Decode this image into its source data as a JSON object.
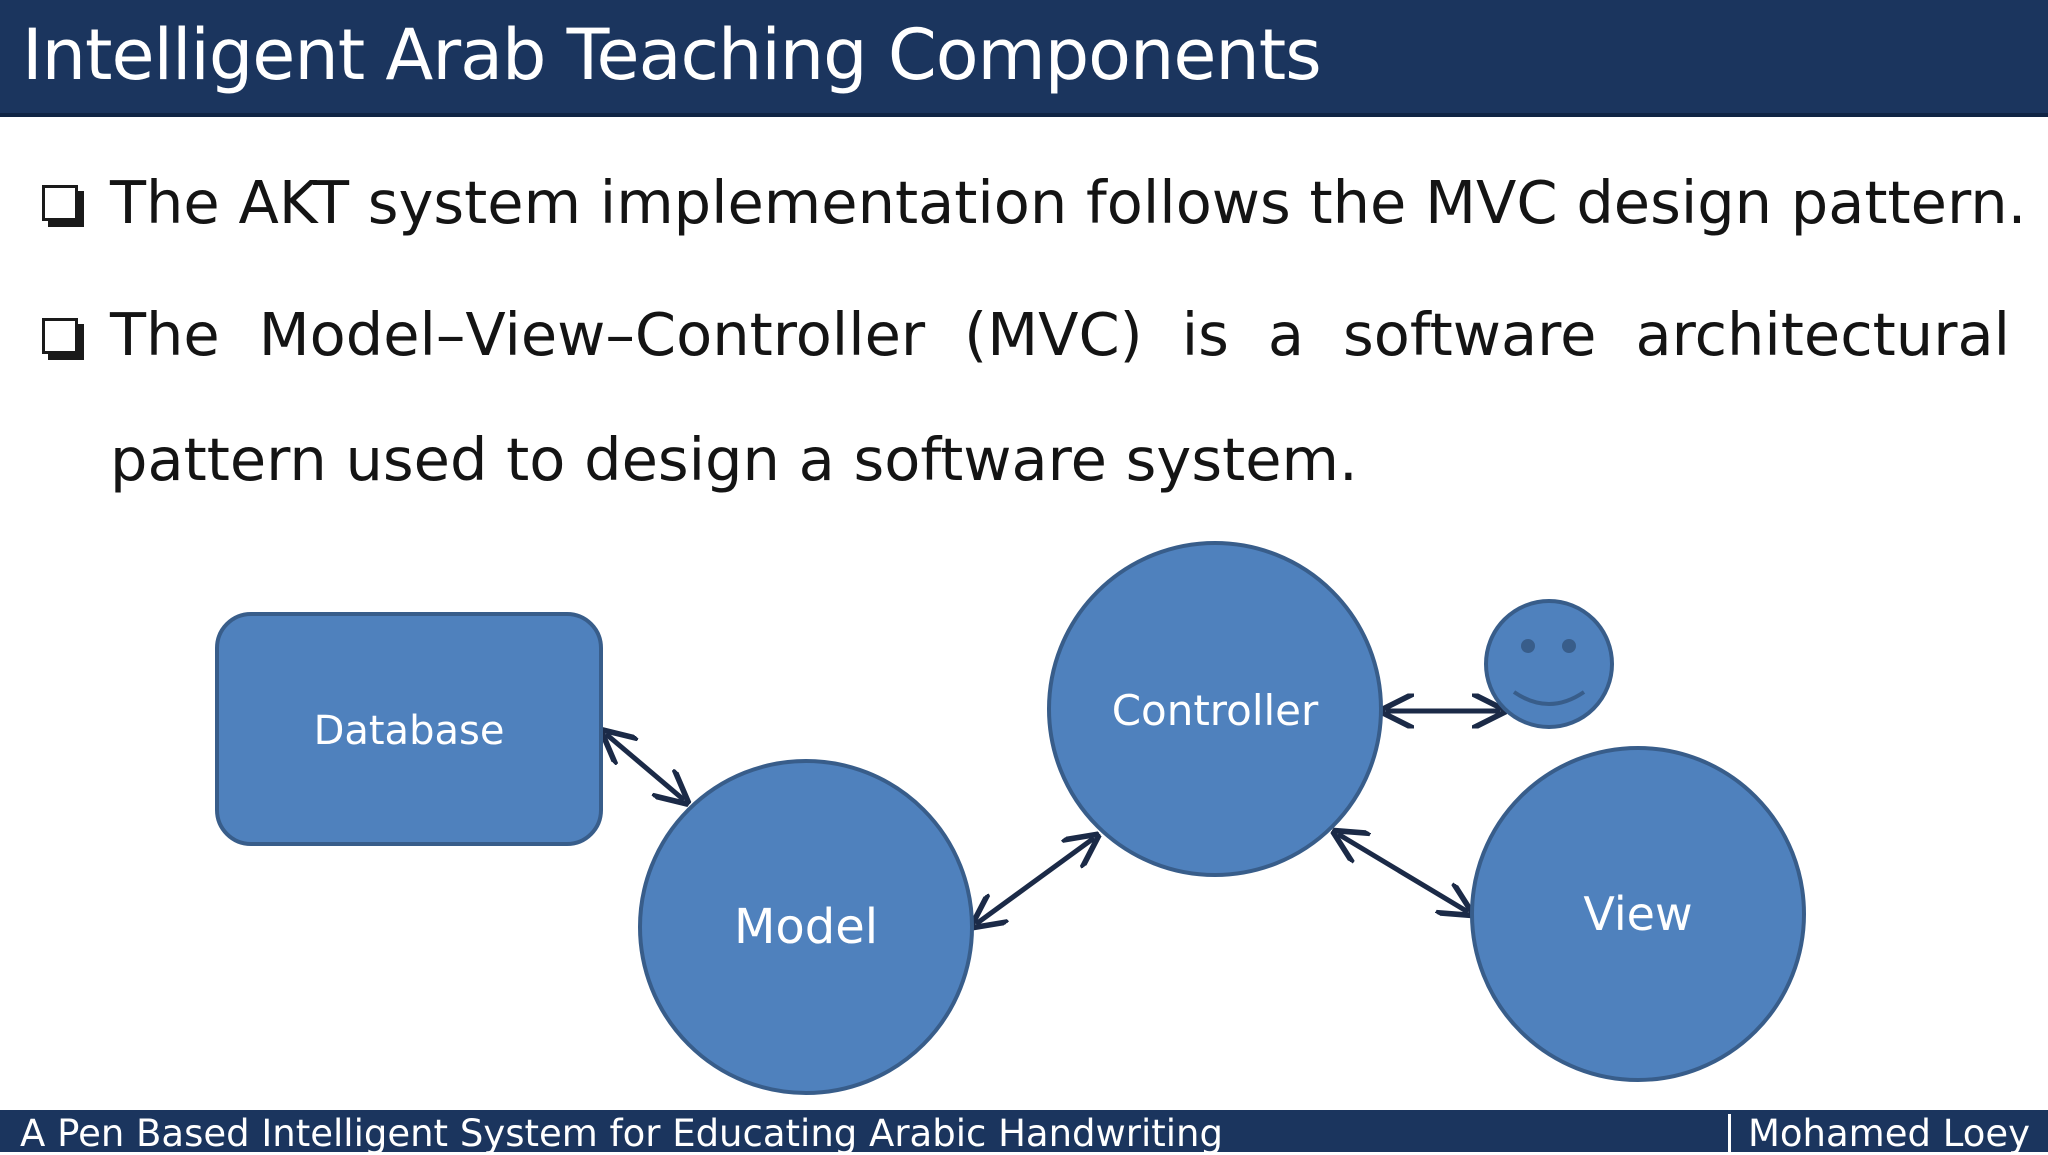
{
  "header": {
    "title": "Intelligent Arab Teaching Components"
  },
  "bullets": [
    {
      "text": "The AKT system implementation follows the MVC design pattern."
    },
    {
      "line1": "The Model–View–Controller (MVC) is a software architectural",
      "line2": "pattern used to design a software system."
    }
  ],
  "diagram": {
    "database": "Database",
    "model": "Model",
    "controller": "Controller",
    "view": "View",
    "user_icon": "smiley-face-icon"
  },
  "footer": {
    "left": "A Pen Based Intelligent System for Educating Arabic Handwriting",
    "right": "Mohamed Loey"
  },
  "colors": {
    "header_bg": "#1b355e",
    "node_fill": "#4f81bd",
    "node_stroke": "#385d8a",
    "arrow": "#1b2a47"
  }
}
